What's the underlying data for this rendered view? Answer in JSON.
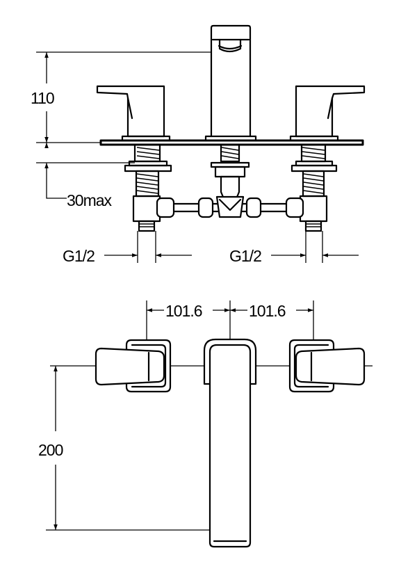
{
  "side_view": {
    "dim_height_spout": "110",
    "dim_max_thickness": "30max",
    "dim_thread_left": "G1/2",
    "dim_thread_right": "G1/2"
  },
  "top_view": {
    "dim_spacing_left": "101.6",
    "dim_spacing_right": "101.6",
    "dim_spout_reach": "200"
  }
}
